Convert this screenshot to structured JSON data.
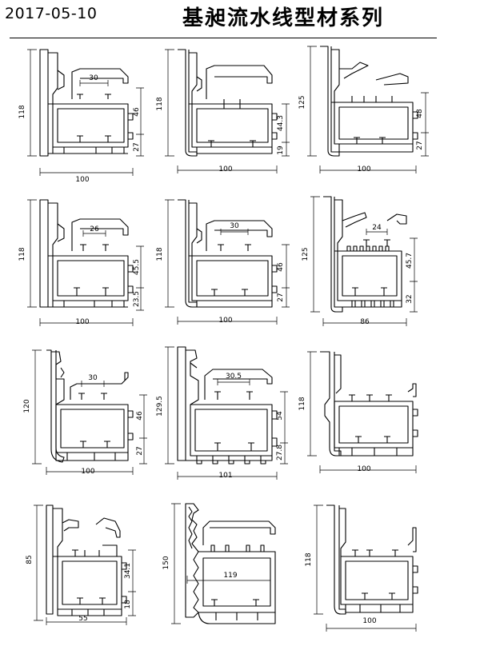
{
  "header": {
    "date": "2017-05-10",
    "title": "基昶流水线型材系列"
  },
  "profiles": [
    {
      "id": "p1",
      "dims": {
        "height": "118",
        "width": "100",
        "top": "30",
        "mid": "46",
        "low": "27"
      }
    },
    {
      "id": "p2",
      "dims": {
        "height": "118",
        "width": "100",
        "mid": "44.3",
        "low": "19"
      }
    },
    {
      "id": "p3",
      "dims": {
        "height": "125",
        "width": "100",
        "mid": "48",
        "low": "27"
      }
    },
    {
      "id": "p4",
      "dims": {
        "height": "118",
        "width": "100",
        "top": "26",
        "mid": "45.5",
        "low": "23.5"
      }
    },
    {
      "id": "p5",
      "dims": {
        "height": "118",
        "width": "100",
        "top": "30",
        "mid": "46",
        "low": "27"
      }
    },
    {
      "id": "p6",
      "dims": {
        "height": "125",
        "width": "86",
        "top": "24",
        "mid": "45.7",
        "low": "32"
      }
    },
    {
      "id": "p7",
      "dims": {
        "height": "120",
        "width": "100",
        "top": "30",
        "mid": "46",
        "low": "27"
      }
    },
    {
      "id": "p8",
      "dims": {
        "height": "129.5",
        "width": "101",
        "top": "30.5",
        "mid": "54",
        "low": "27.8"
      }
    },
    {
      "id": "p9",
      "dims": {
        "height": "118",
        "width": "100"
      }
    },
    {
      "id": "p10",
      "dims": {
        "height": "85",
        "width": "55",
        "mid": "34.1",
        "low": "18"
      }
    },
    {
      "id": "p11",
      "dims": {
        "height": "150",
        "inner": "119"
      }
    },
    {
      "id": "p12",
      "dims": {
        "height": "118",
        "width": "100"
      }
    }
  ]
}
